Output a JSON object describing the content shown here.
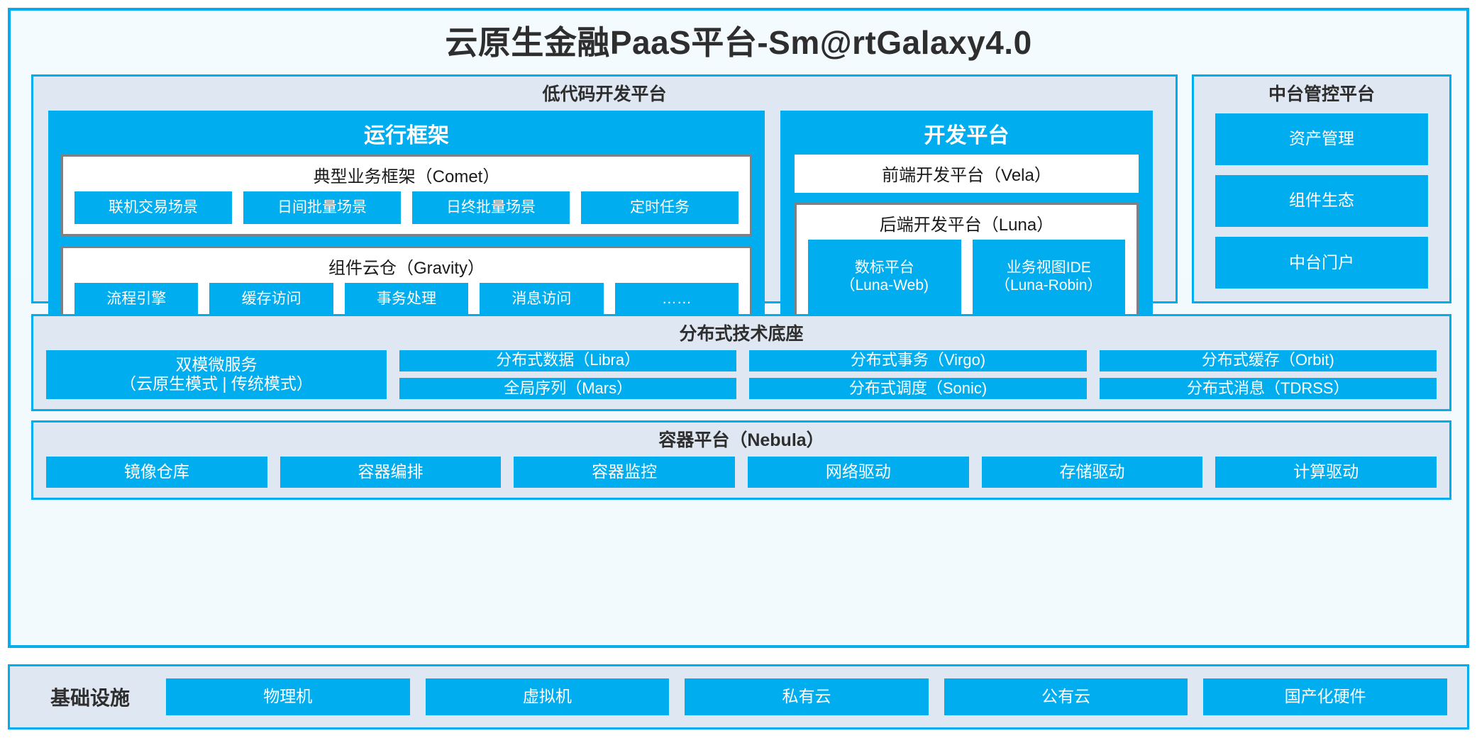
{
  "title": "云原生金融PaaS平台-Sm@rtGalaxy4.0",
  "colors": {
    "accent_blue": "#00AEEF",
    "panel_bg": "#DFE7F2",
    "frame_bg": "#F2FAFD",
    "card_border_gray": "#808080",
    "text_dark": "#2E2E2E"
  },
  "lowcode": {
    "title": "低代码开发平台",
    "runtime": {
      "title": "运行框架",
      "comet": {
        "title": "典型业务框架（Comet）",
        "items": [
          "联机交易场景",
          "日间批量场景",
          "日终批量场景",
          "定时任务"
        ]
      },
      "gravity": {
        "title": "组件云仓（Gravity）",
        "items": [
          "流程引擎",
          "缓存访问",
          "事务处理",
          "消息访问",
          "……"
        ]
      }
    },
    "devplatform": {
      "title": "开发平台",
      "frontend": "前端开发平台（Vela）",
      "backend": {
        "title": "后端开发平台（Luna）",
        "items": [
          "数标平台\n（Luna-Web)",
          "业务视图IDE\n（Luna-Robin）"
        ]
      }
    }
  },
  "control_platform": {
    "title": "中台管控平台",
    "items": [
      "资产管理",
      "组件生态",
      "中台门户"
    ]
  },
  "tech_base": {
    "title": "分布式技术底座",
    "highlight": "双模微服务\n（云原生模式 | 传统模式）",
    "columns": [
      [
        "分布式数据（Libra）",
        "全局序列（Mars）"
      ],
      [
        "分布式事务（Virgo)",
        "分布式调度（Sonic)"
      ],
      [
        "分布式缓存（Orbit)",
        "分布式消息（TDRSS）"
      ]
    ]
  },
  "container_platform": {
    "title": "容器平台（Nebula）",
    "items": [
      "镜像仓库",
      "容器编排",
      "容器监控",
      "网络驱动",
      "存储驱动",
      "计算驱动"
    ]
  },
  "infrastructure": {
    "label": "基础设施",
    "items": [
      "物理机",
      "虚拟机",
      "私有云",
      "公有云",
      "国产化硬件"
    ]
  }
}
